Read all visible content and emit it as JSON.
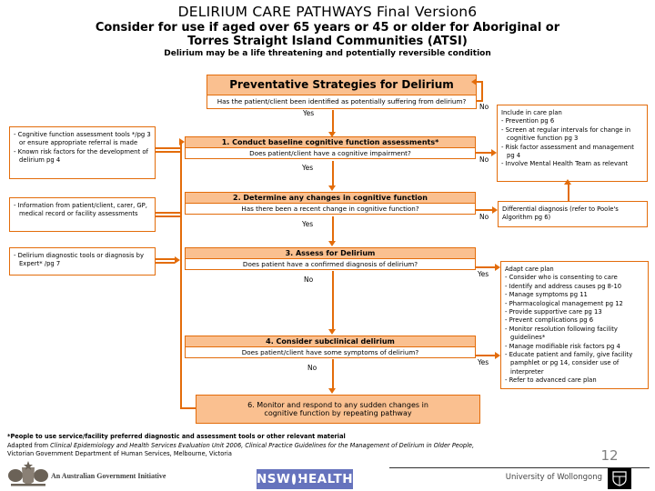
{
  "slide": {
    "title": "DELIRIUM CARE PATHWAYS Final Version6",
    "subtitle1": "Consider for use if aged over 65 years or 45 or older for Aboriginal or",
    "subtitle2": "Torres Straight Island Communities (ATSI)",
    "warning": "Delirium may be a life threatening and potentially reversible condition",
    "page_number": "12"
  },
  "flowchart": {
    "start": {
      "header": "Preventative Strategies for Delirium",
      "question": "Has the patient/client been identified as potentially suffering from delirium?",
      "yes": "Yes",
      "no": "No"
    },
    "step1": {
      "header": "1. Conduct baseline cognitive function assessments*",
      "question": "Does patient/client have a cognitive impairment?",
      "yes": "Yes",
      "no": "No"
    },
    "step2": {
      "header": "2. Determine any changes in cognitive function",
      "question": "Has there been a recent change in cognitive function?",
      "yes": "Yes",
      "no": "No"
    },
    "step3": {
      "header": "3. Assess for Delirium",
      "question": "Does patient have a confirmed diagnosis of delirium?",
      "yes": "Yes",
      "no": "No"
    },
    "step4": {
      "header": "4. Consider subclinical delirium",
      "question": "Does patient/client have some symptoms of delirium?",
      "yes": "Yes",
      "no": "No"
    },
    "step6": {
      "text": "6. Monitor and respond to any sudden changes in cognitive function by repeating pathway"
    },
    "left_note1": {
      "items": [
        "Cognitive function assessment tools */pg 3 or ensure appropriate referral is made",
        "Known risk factors for the development of delirium pg 4"
      ]
    },
    "left_note2": {
      "items": [
        "Information from patient/client, carer, GP, medical record or facility assessments"
      ]
    },
    "left_note3": {
      "items": [
        "Delirium diagnostic tools or diagnosis by Expert* /pg 7"
      ]
    },
    "care_plan_note": {
      "title": "Include in care plan",
      "items": [
        "Prevention pg 6",
        "Screen at regular intervals for change in cognitive function pg 3",
        "Risk factor assessment and management pg 4",
        "Involve Mental Health Team as relevant"
      ]
    },
    "differential_note": {
      "text": "Differential diagnosis (refer to Poole's Algorithm  pg 6)"
    },
    "adapt_note": {
      "title": "Adapt care plan",
      "items": [
        "Consider who is consenting to care",
        "Identify and address causes pg 8-10",
        "Manage symptoms pg 11",
        "Pharmacological management pg 12",
        "Provide supportive care pg 13",
        "Prevent complications pg 6",
        "Monitor resolution following facility guidelines*",
        "Manage modifiable risk factors  pg 4",
        "Educate patient and family, give facility pamphlet or pg 14, consider use of interpreter",
        "Refer to advanced care plan"
      ]
    }
  },
  "footnotes": {
    "line1": "*People to use service/facility preferred diagnostic and assessment tools or other relevant material",
    "line2_prefix": "Adapted from  ",
    "line2_italic": "Clinical Epidemiology and Health Services Evaluation Unit 2006, Clinical Practice Guidelines for the Management of Delirium in Older People,",
    "line3": "Victorian Government Department of Human Services, Melbourne, Victoria"
  },
  "footer": {
    "gov_text": "An Australian Government Initiative",
    "nsw_left": "NSW",
    "nsw_right": "HEALTH",
    "uow_text": "University of Wollongong"
  },
  "colors": {
    "box_fill": "#FAC090",
    "box_border": "#E36C0A",
    "arrow": "#E36C0A",
    "nsw_blue": "#6673BD",
    "page_number_gray": "#808080"
  }
}
